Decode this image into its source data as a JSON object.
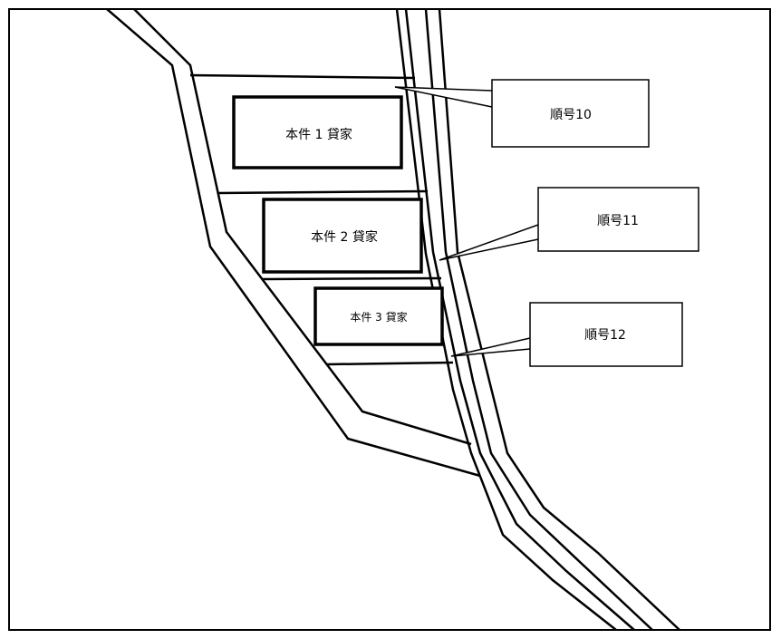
{
  "map": {
    "stroke_color": "#000000",
    "background_color": "#ffffff",
    "buildings": [
      {
        "label": "本件 1 貸家"
      },
      {
        "label": "本件 2 貸家"
      },
      {
        "label": "本件 3 貸家"
      }
    ],
    "callouts": [
      {
        "label": "順号10"
      },
      {
        "label": "順号11"
      },
      {
        "label": "順号12"
      }
    ]
  }
}
